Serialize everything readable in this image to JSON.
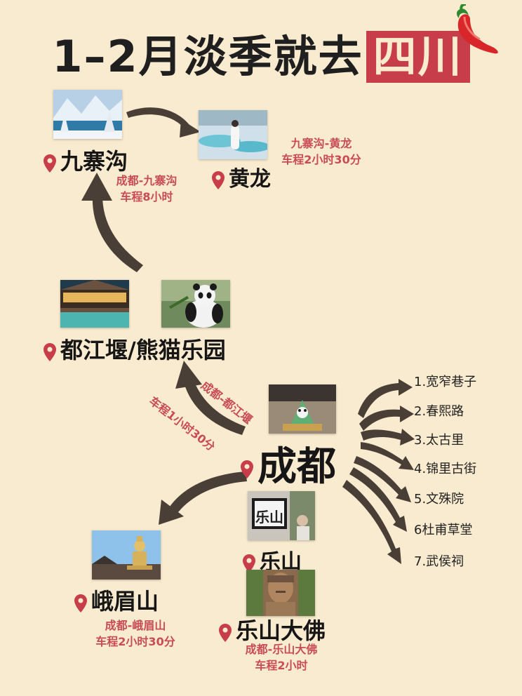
{
  "title": {
    "main": "1–2月淡季就去",
    "highlight": "四川"
  },
  "places": {
    "jiuzhaigou": "九寨沟",
    "huanglong": "黄龙",
    "dujiangyan_panda": "都江堰/熊猫乐园",
    "chengdu": "成都",
    "leshan": "乐山",
    "emeishan": "峨眉山",
    "leshan_buddha": "乐山大佛"
  },
  "routes": {
    "chengdu_jiuzhaigou": {
      "name": "成都-九寨沟",
      "time": "车程8小时"
    },
    "jiuzhaigou_huanglong": {
      "name": "九寨沟-黄龙",
      "time": "车程2小时30分"
    },
    "chengdu_dujiangyan": {
      "name": "成都-都江堰",
      "time": "车程1小时30分"
    },
    "chengdu_emeishan": {
      "name": "成都-峨眉山",
      "time": "车程2小时30分"
    },
    "chengdu_leshan_buddha": {
      "name": "成都-乐山大佛",
      "time": "车程2小时"
    }
  },
  "photo_captions": {
    "leshan_sign": "乐山"
  },
  "chengdu_spots": [
    "1.宽窄巷子",
    "2.春熙路",
    "3.太古里",
    "4.锦里古街",
    "5.文殊院",
    "6杜甫草堂",
    "7.武侯祠"
  ],
  "colors": {
    "accent": "#c83d4a",
    "route_text": "#c84b57",
    "arrow": "#4a3f36",
    "background": "#f9ebcf"
  },
  "icons": [
    "location-pin-icon",
    "chili-pepper-icon"
  ]
}
